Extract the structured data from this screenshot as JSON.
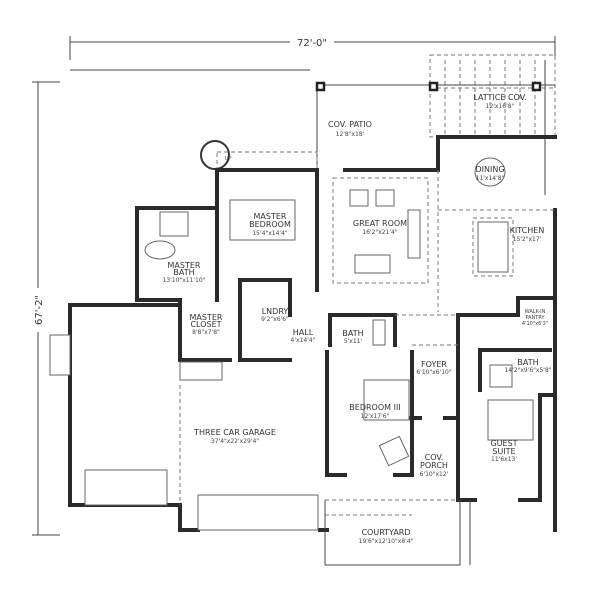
{
  "overall": {
    "width_label": "72'-0\"",
    "depth_label": "67'-2\""
  },
  "stair_label": "UP",
  "rooms": {
    "cov_patio": {
      "name": "COV. PATIO",
      "dims": "12'8\"x18'"
    },
    "lattice_cov": {
      "name": "LATTICE COV.",
      "dims": "12'x16'8\""
    },
    "dining": {
      "name": "DINING",
      "dims": "11'x14'8\""
    },
    "master_bedroom": {
      "name1": "MASTER",
      "name2": "BEDROOM",
      "dims": "15'4\"x14'4\""
    },
    "great_room": {
      "name": "GREAT ROOM",
      "dims": "16'2\"x21'4\""
    },
    "kitchen": {
      "name": "KITCHEN",
      "dims": "15'2\"x17'"
    },
    "master_bath": {
      "name1": "MASTER",
      "name2": "BATH",
      "dims": "13'10\"x11'10\""
    },
    "master_closet": {
      "name1": "MASTER",
      "name2": "CLOSET",
      "dims": "8'8\"x7'8\""
    },
    "laundry": {
      "name": "LNDRY",
      "dims": "9'2\"x6'6\""
    },
    "hall": {
      "name": "HALL",
      "dims": "4'x14'4\""
    },
    "bath_hall": {
      "name": "BATH",
      "dims": "5'x11'"
    },
    "pantry": {
      "name1": "WALK-IN",
      "name2": "PANTRY",
      "dims": "4'10\"x6'3\""
    },
    "foyer": {
      "name": "FOYER",
      "dims": "6'10\"x6'10\""
    },
    "bath_guest": {
      "name": "BATH",
      "dims": "14'2\"x9'6\"x5'8\""
    },
    "bedroom_3": {
      "name": "BEDROOM III",
      "dims": "12'x17'6\""
    },
    "garage": {
      "name": "THREE CAR GARAGE",
      "dims": "37'4\"x22'x29'4\""
    },
    "guest_suite": {
      "name1": "GUEST",
      "name2": "SUITE",
      "dims": "11'6x13'"
    },
    "cov_porch": {
      "name1": "COV.",
      "name2": "PORCH",
      "dims": "6'10\"x12'"
    },
    "courtyard": {
      "name": "COURTYARD",
      "dims": "19'6\"x12'10\"x8'4\""
    }
  }
}
